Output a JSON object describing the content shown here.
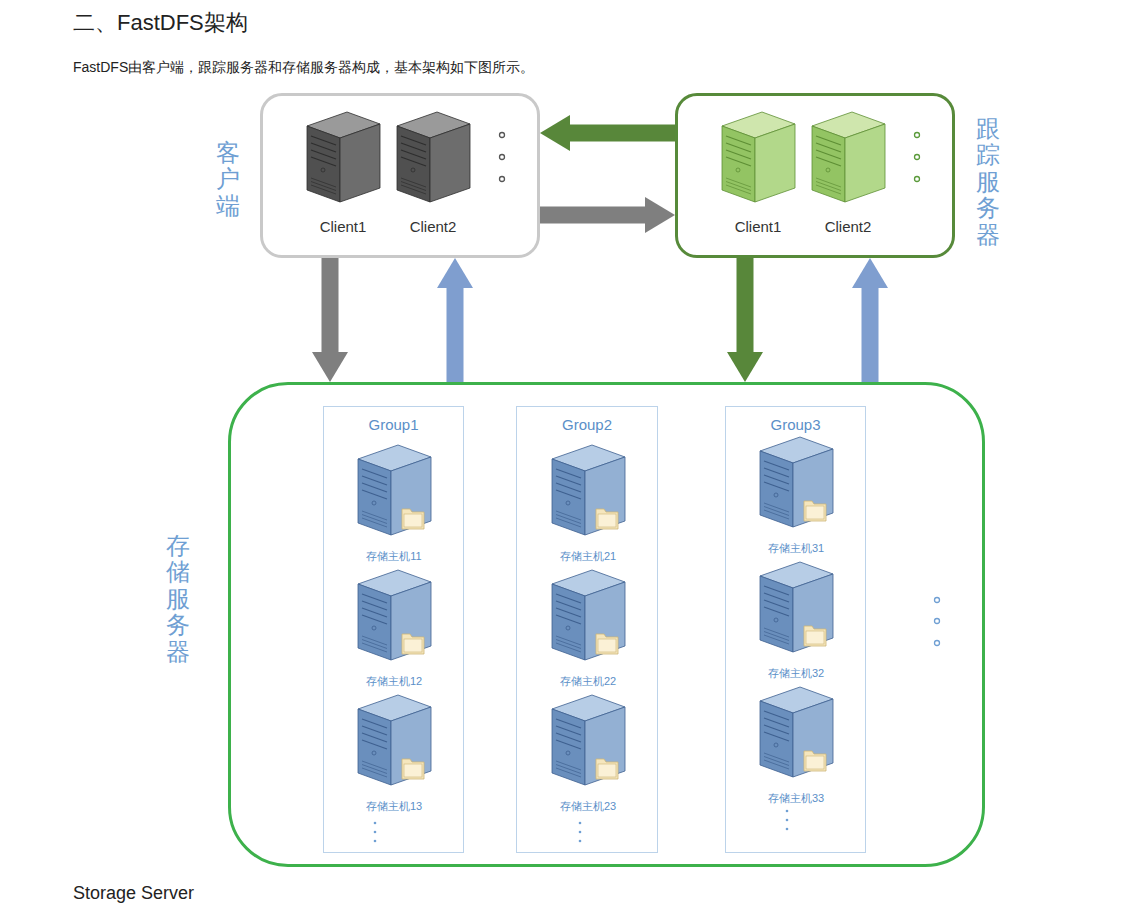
{
  "diagram": {
    "title": "二、FastDFS架构",
    "nodes": [
      {
        "text": [
          "客户端"
        ]
      },
      {
        "text": [
          "Client1"
        ],
        "in": 0
      },
      {
        "text": [
          "Client2"
        ],
        "in": 0
      },
      {
        "text": [
          "跟踪服务器"
        ]
      },
      {
        "text": [
          "Client1"
        ],
        "in": 3
      },
      {
        "text": [
          "Client2"
        ],
        "in": 3
      },
      {
        "text": [
          "存储服务器"
        ]
      },
      {
        "text": [
          "Group1"
        ],
        "in": 6
      },
      {
        "text": [
          "存储主机11"
        ],
        "in": 7
      },
      {
        "text": [
          "存储主机12"
        ],
        "in": 7
      },
      {
        "text": [
          "存储主机13"
        ],
        "in": 7
      },
      {
        "text": [
          "Group2"
        ],
        "in": 6
      },
      {
        "text": [
          "存储主机21"
        ],
        "in": 11
      },
      {
        "text": [
          "存储主机22"
        ],
        "in": 11
      },
      {
        "text": [
          "存储主机23"
        ],
        "in": 11
      },
      {
        "text": [
          "Group3"
        ],
        "in": 6
      },
      {
        "text": [
          "存储主机31"
        ],
        "in": 15
      },
      {
        "text": [
          "存储主机32"
        ],
        "in": 15
      },
      {
        "text": [
          "存储主机33"
        ],
        "in": 15
      }
    ],
    "edges": [
      {
        "from": 3,
        "to": 0,
        "arrow": "to"
      },
      {
        "from": 0,
        "to": 3,
        "arrow": "to"
      },
      {
        "from": 0,
        "to": 6,
        "arrow": "to"
      },
      {
        "from": 6,
        "to": 0,
        "arrow": "to"
      },
      {
        "from": 3,
        "to": 6,
        "arrow": "to"
      },
      {
        "from": 6,
        "to": 3,
        "arrow": "to"
      }
    ],
    "labels": [
      "FastDFS由客户端，跟踪服务器和存储服务器构成，基本架构如下图所示。",
      "Storage Server"
    ]
  }
}
